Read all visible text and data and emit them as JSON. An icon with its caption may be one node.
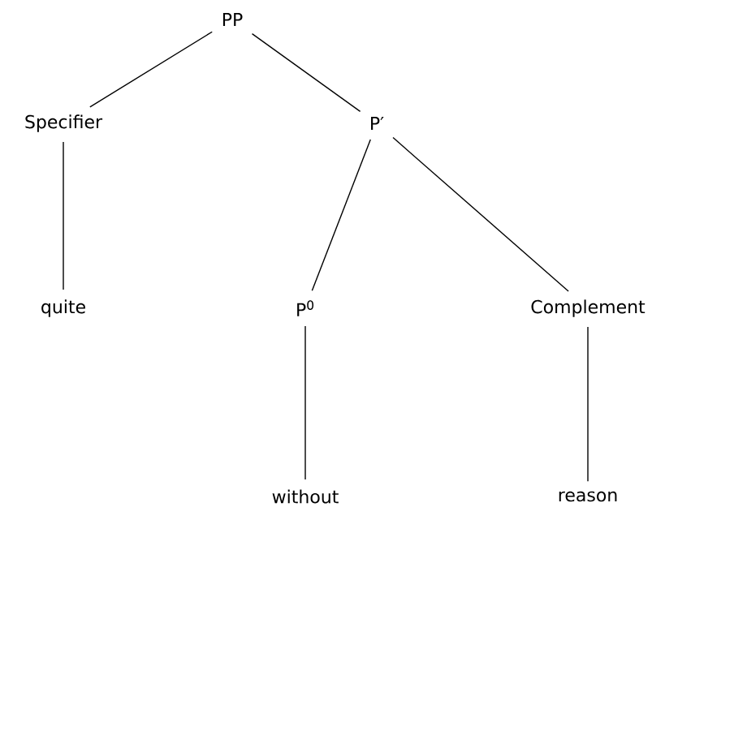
{
  "diagram": {
    "nodes": [
      {
        "text": [
          "PP"
        ]
      },
      {
        "text": [
          "Specifier"
        ]
      },
      {
        "text": [
          "P′"
        ]
      },
      {
        "text": [
          "quite"
        ]
      },
      {
        "text": [
          "P$^{0}$"
        ]
      },
      {
        "text": [
          "Complement"
        ]
      },
      {
        "text": [
          "without"
        ]
      },
      {
        "text": [
          "reason"
        ]
      }
    ],
    "edges": [
      {
        "from": 0,
        "to": 1,
        "arrow": "none"
      },
      {
        "from": 0,
        "to": 2,
        "arrow": "none"
      },
      {
        "from": 1,
        "to": 3,
        "arrow": "none"
      },
      {
        "from": 2,
        "to": 4,
        "arrow": "none"
      },
      {
        "from": 2,
        "to": 5,
        "arrow": "none"
      },
      {
        "from": 4,
        "to": 6,
        "arrow": "none"
      },
      {
        "from": 5,
        "to": 7,
        "arrow": "none"
      }
    ]
  }
}
